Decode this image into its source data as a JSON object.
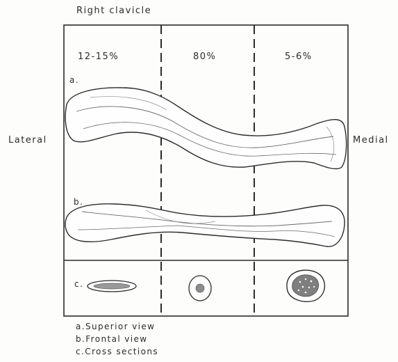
{
  "title": "Right clavicle",
  "side_labels": {
    "lateral": "Lateral",
    "medial": "Medial"
  },
  "segments": [
    {
      "percent": "12-15%"
    },
    {
      "percent": "80%"
    },
    {
      "percent": "5-6%"
    }
  ],
  "view_labels": {
    "a": "a.",
    "b": "b.",
    "c": "c."
  },
  "legend": [
    "a.Superior view",
    "b.Frontal view",
    "c.Cross sections"
  ],
  "colors": {
    "ink": "#2b2b2b",
    "background": "#fdfdfb",
    "bone_shading": "#6b6b6b"
  }
}
